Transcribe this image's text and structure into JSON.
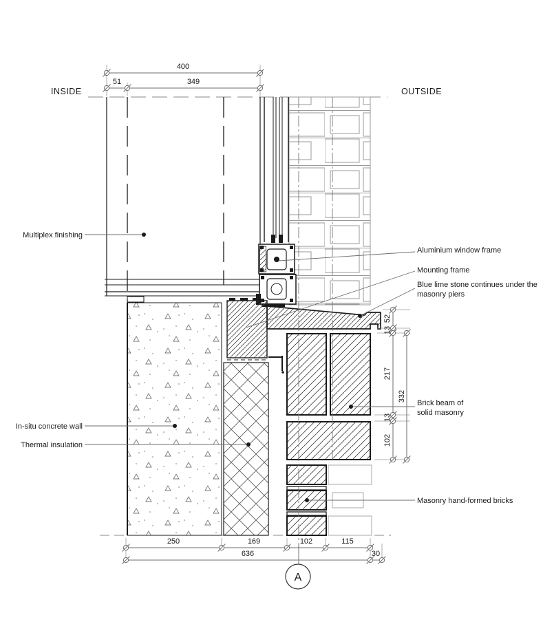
{
  "labels": {
    "inside": "INSIDE",
    "outside": "OUTSIDE",
    "multiplex_finishing": "Multiplex finishing",
    "in_situ_concrete_wall": "In-situ concrete wall",
    "thermal_insulation": "Thermal insulation",
    "aluminium_window_frame": "Aluminium window frame",
    "mounting_frame": "Mounting frame",
    "blue_lime_stone_line1": "Blue lime stone continues under the",
    "blue_lime_stone_line2": "masonry piers",
    "brick_beam_line1": "Brick beam of",
    "brick_beam_line2": "solid masonry",
    "masonry_bricks": "Masonry hand-formed bricks",
    "section_marker": "A"
  },
  "dims": {
    "top": {
      "total": "400",
      "seg1": "51",
      "seg2": "349"
    },
    "right": {
      "seg1": "52",
      "seg2": "13",
      "seg3": "217",
      "seg4": "13",
      "seg5": "102",
      "total": "332"
    },
    "bottom": {
      "seg1": "250",
      "seg2": "169",
      "seg3": "102",
      "seg4": "115",
      "total": "636",
      "overhang": "30"
    }
  },
  "colors": {
    "main_line": "#1a1a1a",
    "light_line": "#9a9a9a",
    "dimension_line": "#6e6e6e",
    "background": "#ffffff"
  }
}
